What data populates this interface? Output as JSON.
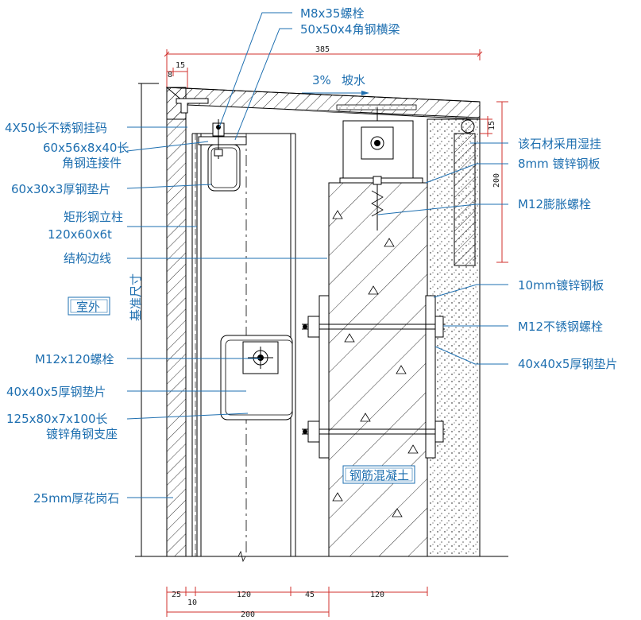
{
  "labels": {
    "bolt_m8": "M8x35螺栓",
    "beam": "50x50x4角钢横梁",
    "hook": "4X50长不锈钢挂码",
    "angle_connector_1": "60x56x8x40长",
    "angle_connector_2": "角钢连接件",
    "pad_60": "60x30x3厚钢垫片",
    "column_1": "矩形钢立柱",
    "column_2": "120x60x6t",
    "struct_edge": "结构边线",
    "outdoor": "室外",
    "datum": "基准尺寸",
    "bolt_m12_120": "M12x120螺栓",
    "pad_40_left": "40x40x5厚钢垫片",
    "support_1": "125x80x7x100长",
    "support_2": "镀锌角钢支座",
    "granite": "25mm厚花岗石",
    "slope_pct": "3%",
    "slope_txt": "坡水",
    "wet_hang": "该石材采用湿挂",
    "plate_8": "8mm 镀锌钢板",
    "expansion_bolt": "M12膨胀螺栓",
    "plate_10": "10mm镀锌钢板",
    "ss_bolt": "M12不锈钢螺栓",
    "pad_40_right": "40x40x5厚钢垫片",
    "concrete": "钢筋混凝土"
  },
  "dims": {
    "top_385": "385",
    "top_15": "15",
    "top_8": "8",
    "right_15": "15",
    "right_200": "200",
    "b_25": "25",
    "b_10": "10",
    "b_120a": "120",
    "b_45": "45",
    "b_120b": "120",
    "b_200": "200"
  },
  "colors": {
    "label": "#1e6fb0",
    "dimension_line": "#d0312d",
    "linework": "#000000"
  }
}
